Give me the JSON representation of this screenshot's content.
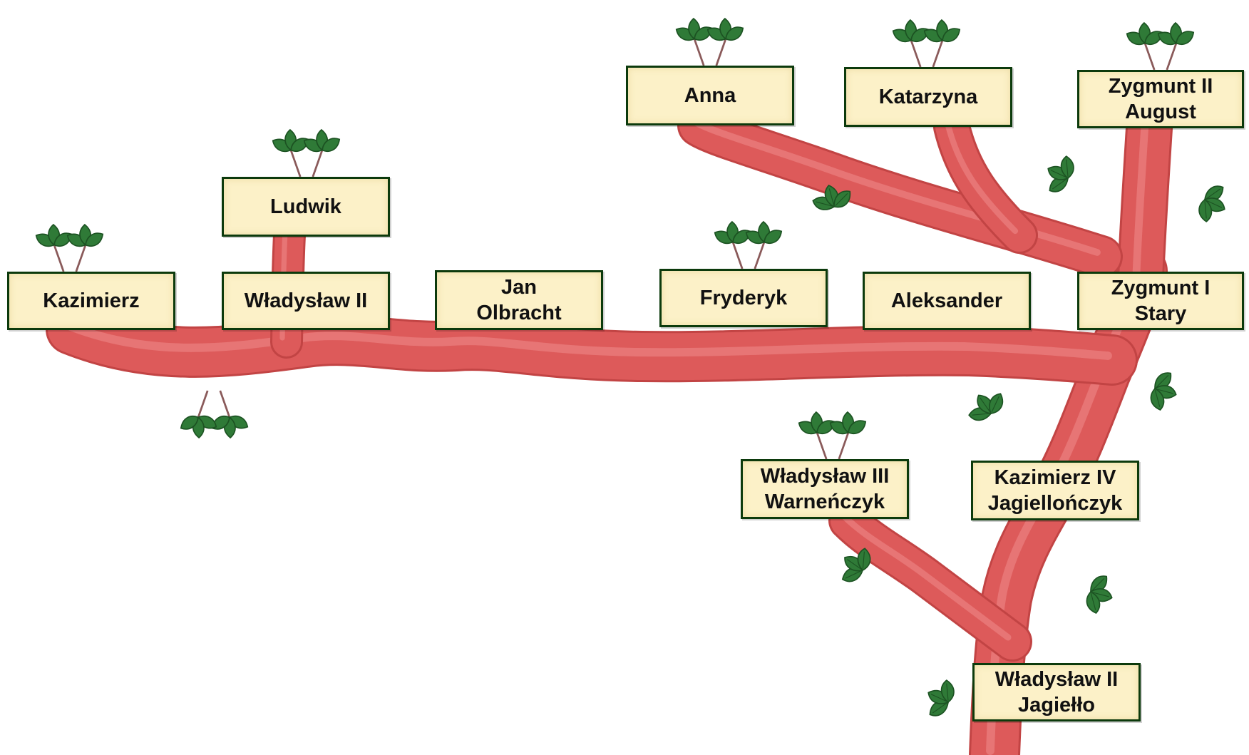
{
  "tree": {
    "nodes": {
      "wladyslaw_ii_jagiello": {
        "lines": [
          "Władysław II",
          "Jagiełło"
        ]
      },
      "kazimierz_iv": {
        "lines": [
          "Kazimierz IV",
          "Jagiellończyk"
        ]
      },
      "wladyslaw_iii": {
        "lines": [
          "Władysław III",
          "Warneńczyk"
        ]
      },
      "zygmunt_i": {
        "lines": [
          "Zygmunt I",
          "Stary"
        ]
      },
      "aleksander": {
        "lines": [
          "Aleksander"
        ]
      },
      "fryderyk": {
        "lines": [
          "Fryderyk"
        ]
      },
      "jan_olbracht": {
        "lines": [
          "Jan",
          "Olbracht"
        ]
      },
      "wladyslaw_ii": {
        "lines": [
          "Władysław II"
        ]
      },
      "kazimierz": {
        "lines": [
          "Kazimierz"
        ]
      },
      "ludwik": {
        "lines": [
          "Ludwik"
        ]
      },
      "anna": {
        "lines": [
          "Anna"
        ]
      },
      "katarzyna": {
        "lines": [
          "Katarzyna"
        ]
      },
      "zygmunt_ii": {
        "lines": [
          "Zygmunt II",
          "August"
        ]
      }
    },
    "colors": {
      "branch": "#dd5a5a",
      "branch_dark": "#c24444",
      "branch_light": "#ef8c8c",
      "leaf": "#2f7a37",
      "leaf_dark": "#1c5222",
      "box_fill": "#fcf1c8",
      "box_border": "#0c3a0c"
    }
  }
}
